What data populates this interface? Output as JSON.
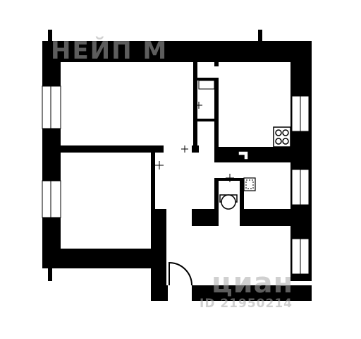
{
  "watermarks": {
    "top": "НЕЙП М",
    "bottom_brand": "циан",
    "bottom_id": "ID 21950214"
  },
  "colors": {
    "wall": "#000000",
    "background": "#ffffff",
    "watermark": "#aaaaaa"
  },
  "fixtures": [
    "stove",
    "toilet",
    "sink",
    "door-swing",
    "windows"
  ]
}
